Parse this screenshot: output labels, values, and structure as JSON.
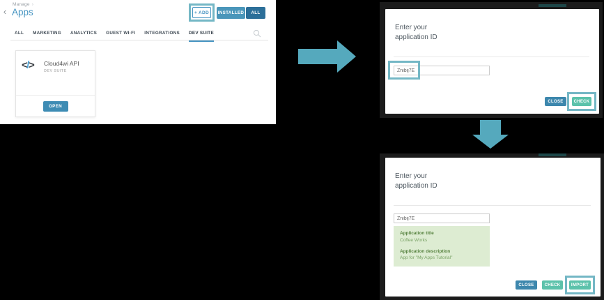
{
  "colors": {
    "accent_blue": "#4795c2",
    "button_blue": "#3d87ad",
    "button_blue_dark": "#2c6f99",
    "teal_green": "#5cc2ab",
    "highlight_teal": "#74b7c5",
    "arrow_teal": "#55a9bd",
    "result_bg": "#ddecd2",
    "result_label_green": "#56823f",
    "result_text_green": "#7ca468"
  },
  "apps_page": {
    "back_icon": "‹",
    "breadcrumb": {
      "label": "Manage",
      "separator": "›"
    },
    "title": "Apps",
    "header_buttons": {
      "add": "+ ADD",
      "installed": "INSTALLED",
      "all": "ALL"
    },
    "tabs": [
      {
        "label": "ALL"
      },
      {
        "label": "MARKETING"
      },
      {
        "label": "ANALYTICS"
      },
      {
        "label": "GUEST WI-FI"
      },
      {
        "label": "INTEGRATIONS"
      },
      {
        "label": "DEV SUITE"
      }
    ],
    "card": {
      "icon": {
        "left": "<",
        "slash": "/",
        "right": ">"
      },
      "title": "Cloud4wi API",
      "subtitle": "DEV SUITE",
      "open_button": "OPEN"
    }
  },
  "check_modal": {
    "title": "Enter your application ID",
    "application_id_value": "Znibij7E",
    "buttons": {
      "close": "CLOSE",
      "check": "CHECK"
    }
  },
  "import_modal": {
    "title": "Enter your application ID",
    "application_id_value": "Znibij7E",
    "result": {
      "title_label": "Application title",
      "title_value": "Coffee Works",
      "description_label": "Application description",
      "description_value": "App for \"My Apps Tutorial\""
    },
    "buttons": {
      "close": "CLOSE",
      "check": "CHECK",
      "import": "IMPORT"
    }
  }
}
